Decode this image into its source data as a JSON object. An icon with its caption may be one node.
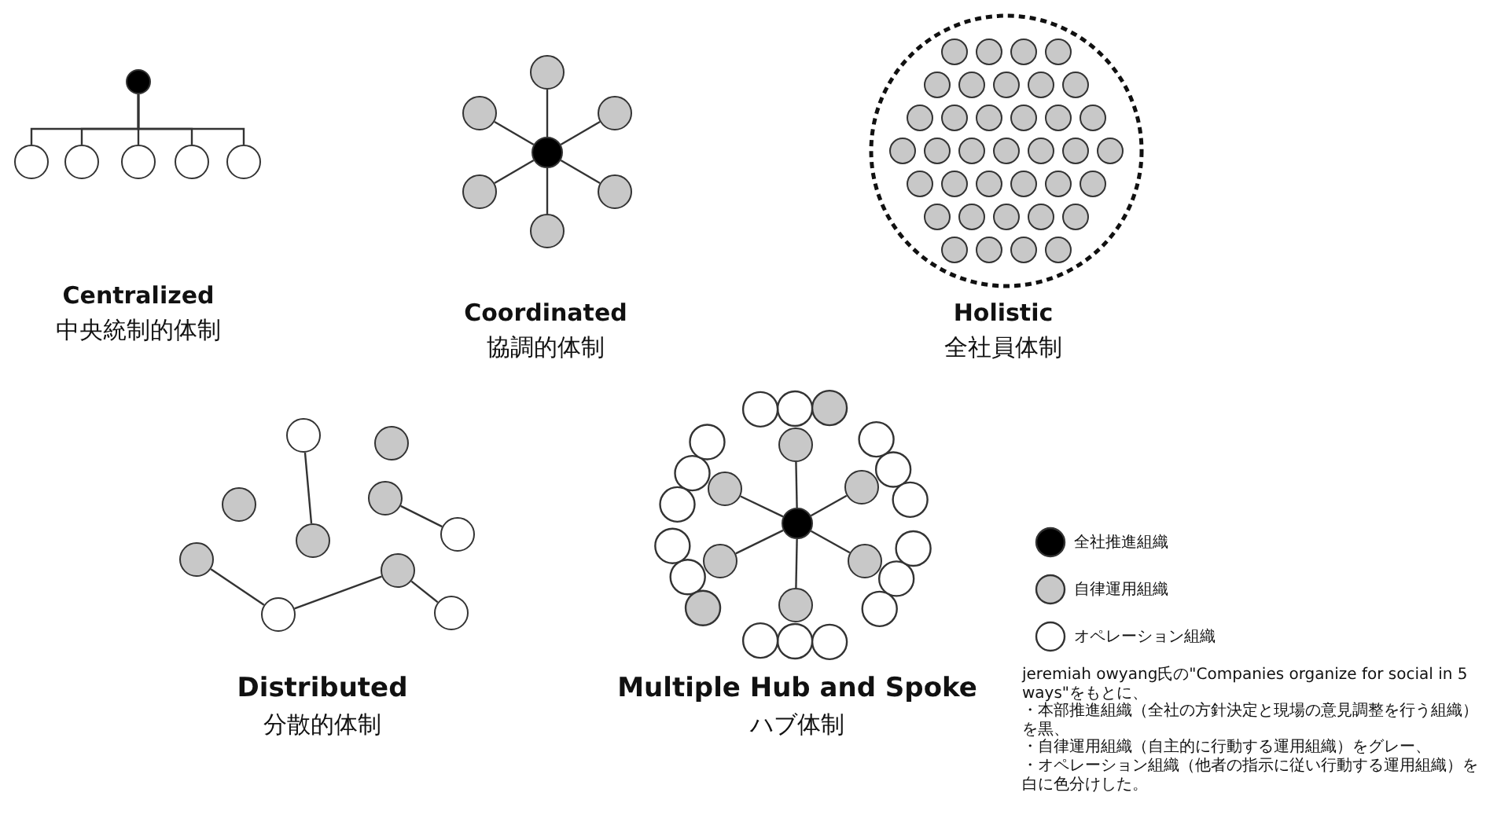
{
  "diagram": {
    "nodes": [
      {
        "text": [],
        "shape": "circle"
      },
      {
        "text": [],
        "shape": "circle"
      },
      {
        "text": [],
        "shape": "circle"
      },
      {
        "text": [],
        "shape": "circle"
      },
      {
        "text": [],
        "shape": "circle"
      },
      {
        "text": [],
        "shape": "circle"
      },
      {
        "text": [],
        "shape": "circle"
      },
      {
        "text": [],
        "shape": "circle"
      },
      {
        "text": [],
        "shape": "circle"
      },
      {
        "text": [],
        "shape": "circle"
      },
      {
        "text": [],
        "shape": "circle"
      },
      {
        "text": [],
        "shape": "circle"
      },
      {
        "text": [],
        "shape": "circle"
      },
      {
        "text": [],
        "shape": "circle"
      },
      {
        "text": [],
        "shape": "circle"
      },
      {
        "text": [],
        "shape": "circle"
      },
      {
        "text": [],
        "shape": "circle"
      },
      {
        "text": [],
        "shape": "circle"
      },
      {
        "text": [],
        "shape": "circle"
      },
      {
        "text": [],
        "shape": "circle"
      },
      {
        "text": [],
        "shape": "circle"
      },
      {
        "text": [],
        "shape": "circle"
      },
      {
        "text": [],
        "shape": "circle"
      },
      {
        "text": [],
        "shape": "circle"
      },
      {
        "text": [],
        "shape": "circle"
      },
      {
        "text": [],
        "shape": "circle"
      },
      {
        "text": [],
        "shape": "circle"
      },
      {
        "text": [],
        "shape": "circle"
      },
      {
        "text": [],
        "shape": "circle"
      },
      {
        "text": [],
        "shape": "circle"
      }
    ],
    "edges": [
      {
        "from": 0,
        "to": 1,
        "arrow": "none"
      },
      {
        "from": 0,
        "to": 2,
        "arrow": "none"
      },
      {
        "from": 0,
        "to": 3,
        "arrow": "none"
      },
      {
        "from": 0,
        "to": 4,
        "arrow": "none"
      },
      {
        "from": 0,
        "to": 5,
        "arrow": "none"
      },
      {
        "from": 6,
        "to": 7,
        "arrow": "none"
      },
      {
        "from": 6,
        "to": 8,
        "arrow": "none"
      },
      {
        "from": 6,
        "to": 9,
        "arrow": "none"
      },
      {
        "from": 6,
        "to": 10,
        "arrow": "none"
      },
      {
        "from": 6,
        "to": 11,
        "arrow": "none"
      },
      {
        "from": 6,
        "to": 12,
        "arrow": "none"
      },
      {
        "from": 13,
        "to": 18,
        "arrow": "none"
      },
      {
        "from": 15,
        "to": 17,
        "arrow": "none"
      },
      {
        "from": 19,
        "to": 22,
        "arrow": "none"
      },
      {
        "from": 22,
        "to": 20,
        "arrow": "none"
      },
      {
        "from": 20,
        "to": 21,
        "arrow": "none"
      },
      {
        "from": 23,
        "to": 24,
        "arrow": "none"
      },
      {
        "from": 23,
        "to": 25,
        "arrow": "none"
      },
      {
        "from": 23,
        "to": 26,
        "arrow": "none"
      },
      {
        "from": 23,
        "to": 27,
        "arrow": "none"
      },
      {
        "from": 23,
        "to": 28,
        "arrow": "none"
      },
      {
        "from": 23,
        "to": 29,
        "arrow": "none"
      }
    ],
    "labels": [
      "Centralized",
      "中央統制的体制",
      "Coordinated",
      "協調的体制",
      "Holistic",
      "全社員体制",
      "Distributed",
      "分散的体制",
      "Multiple Hub and Spoke",
      "ハブ体制",
      "jeremiah owyang氏の\"Companies organize for social in 5 ways\"をもとに、",
      "・本部推進組織（全社の方針決定と現場の意見調整を行う組織）を黒、",
      "・自律運用組織（自主的に行動する運用組織）をグレー、",
      "・オペレーション組織（他者の指示に従い行動する運用組織）を白に色分けした。"
    ],
    "legend": [
      {
        "text": "全社推進組織",
        "color": "#000000"
      },
      {
        "text": "自律運用組織",
        "color": "#c8c8c8"
      },
      {
        "text": "オペレーション組織",
        "color": "#ffffff"
      }
    ]
  }
}
